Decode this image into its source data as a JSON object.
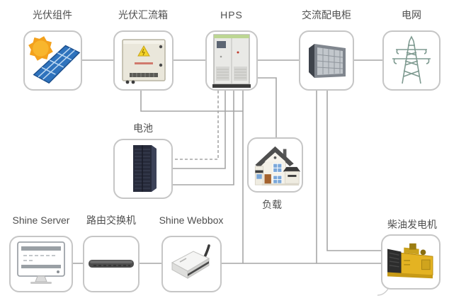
{
  "nodes": {
    "pv": {
      "label": "光伏组件",
      "icon": "solar-panel-icon"
    },
    "combiner": {
      "label": "光伏汇流箱",
      "icon": "combiner-box-icon"
    },
    "hps": {
      "label": "HPS",
      "icon": "inverter-cabinet-icon"
    },
    "ac": {
      "label": "交流配电柜",
      "icon": "distribution-cabinet-icon"
    },
    "grid": {
      "label": "电网",
      "icon": "transmission-tower-icon"
    },
    "battery": {
      "label": "电池",
      "icon": "battery-cabinet-icon"
    },
    "load": {
      "label": "负载",
      "icon": "house-icon"
    },
    "server": {
      "label": "Shine Server",
      "icon": "server-monitor-icon"
    },
    "router": {
      "label": "路由交换机",
      "icon": "network-switch-icon"
    },
    "webbox": {
      "label": "Shine Webbox",
      "icon": "webbox-icon"
    },
    "generator": {
      "label": "柴油发电机",
      "icon": "diesel-generator-icon"
    }
  },
  "edges": [
    {
      "from": "pv",
      "to": "combiner",
      "style": "solid"
    },
    {
      "from": "combiner",
      "to": "hps",
      "style": "solid"
    },
    {
      "from": "hps",
      "to": "ac",
      "style": "solid"
    },
    {
      "from": "ac",
      "to": "grid",
      "style": "solid"
    },
    {
      "from": "hps",
      "to": "load",
      "style": "solid"
    },
    {
      "from": "hps",
      "to": "battery",
      "style": "solid"
    },
    {
      "from": "hps",
      "to": "battery",
      "style": "solid"
    },
    {
      "from": "hps",
      "to": "battery",
      "style": "dashed"
    },
    {
      "from": "combiner",
      "to": "webbox-bus",
      "style": "solid"
    },
    {
      "from": "hps",
      "to": "webbox-bus",
      "style": "solid"
    },
    {
      "from": "ac",
      "to": "webbox-bus",
      "style": "solid"
    },
    {
      "from": "ac",
      "to": "generator",
      "style": "solid"
    },
    {
      "from": "server",
      "to": "router",
      "style": "solid"
    },
    {
      "from": "router",
      "to": "webbox",
      "style": "solid"
    },
    {
      "from": "webbox",
      "to": "generator",
      "style": "solid"
    }
  ],
  "colors": {
    "background": "#ffffff",
    "wire": "#a6a6a6",
    "box_border": "#c6c6c6",
    "label_text": "#4f4f4f",
    "pv_blue": "#2f73bd",
    "sun_orange": "#f5a623",
    "generator_yellow": "#e4b322"
  }
}
